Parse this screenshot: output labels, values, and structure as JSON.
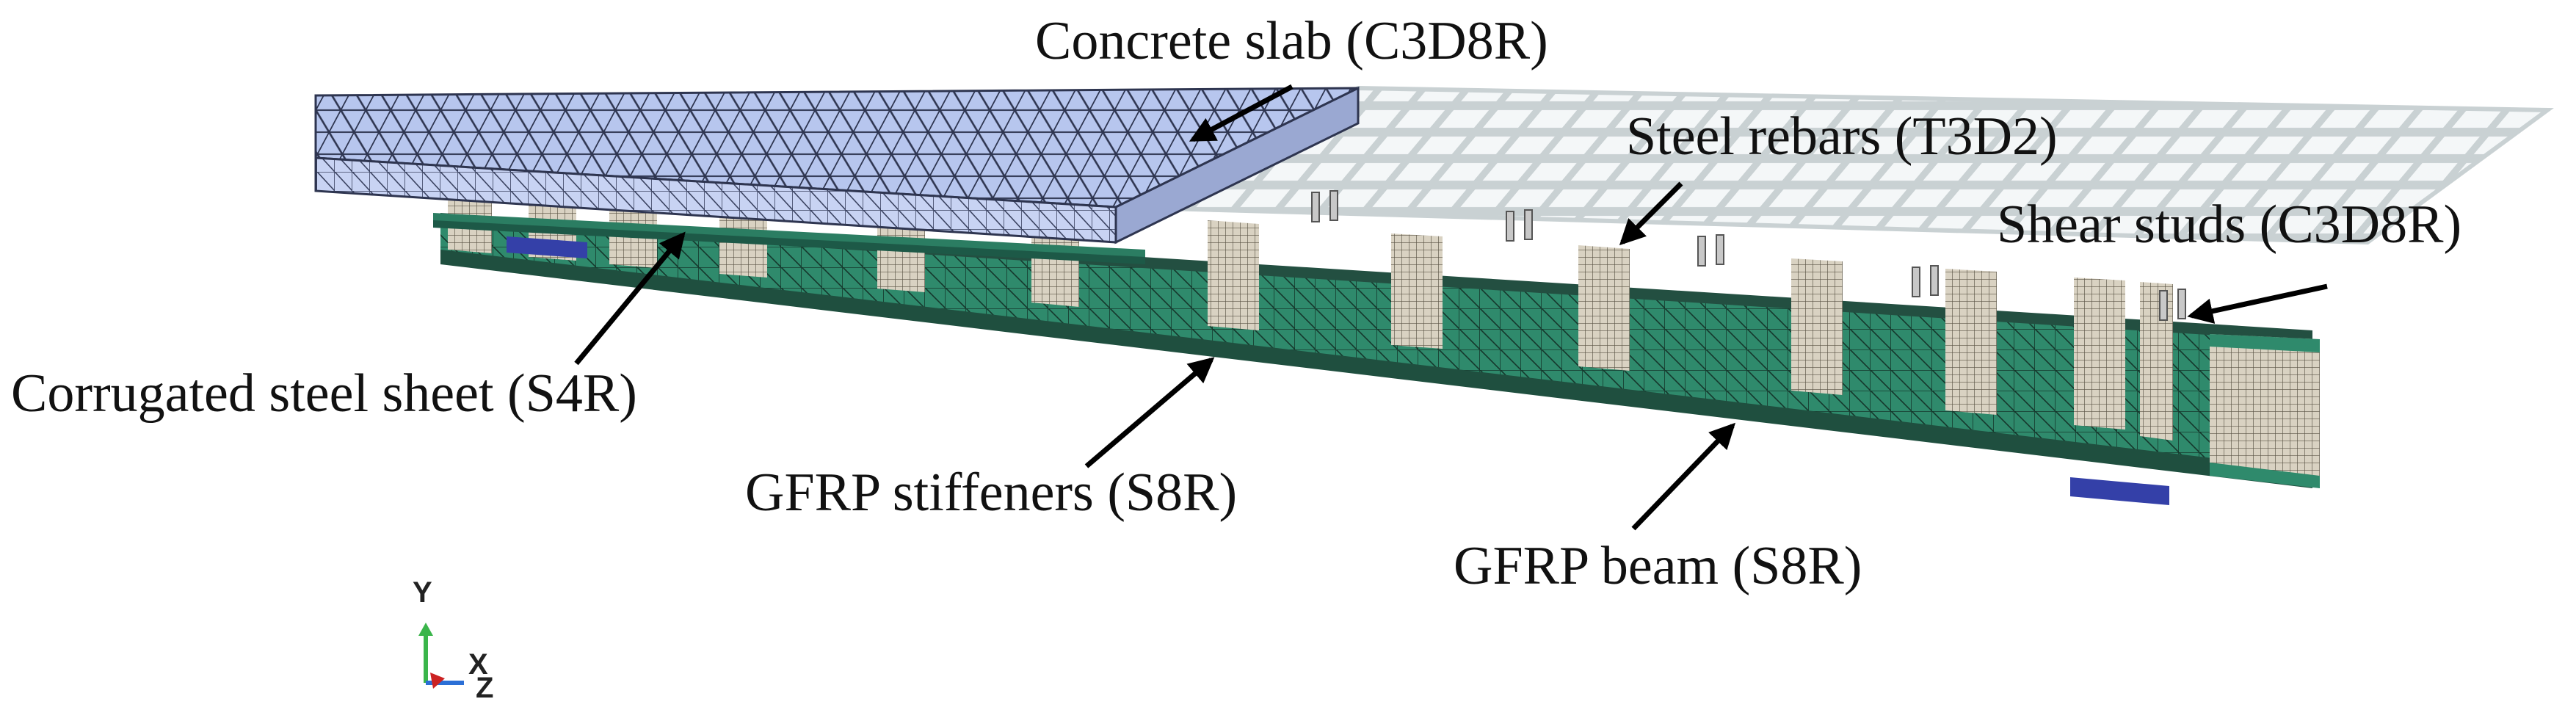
{
  "labels": {
    "concrete_slab": "Concrete slab (C3D8R)",
    "steel_rebars": "Steel rebars (T3D2)",
    "shear_studs": "Shear studs (C3D8R)",
    "corrugated_sheet": "Corrugated steel sheet (S4R)",
    "gfrp_stiffeners": "GFRP stiffeners (S8R)",
    "gfrp_beam": "GFRP beam (S8R)"
  },
  "axis_triad": {
    "y": "Y",
    "x": "X",
    "z": "Z"
  },
  "colors": {
    "concrete_slab": "#b7c6ee",
    "concrete_mesh": "#2e3550",
    "rebar_grid": "#dde4e6",
    "gfrp_beam": "#2f8a6c",
    "gfrp_beam_dark": "#1f4f3f",
    "stiffener": "#cfc7b6",
    "corrugated": "#2b7d62",
    "support": "#3440a8",
    "stud": "#c8c8c8",
    "axis_y": "#3ab54a",
    "axis_x": "#2b6fd6",
    "axis_z": "#cc2222"
  }
}
